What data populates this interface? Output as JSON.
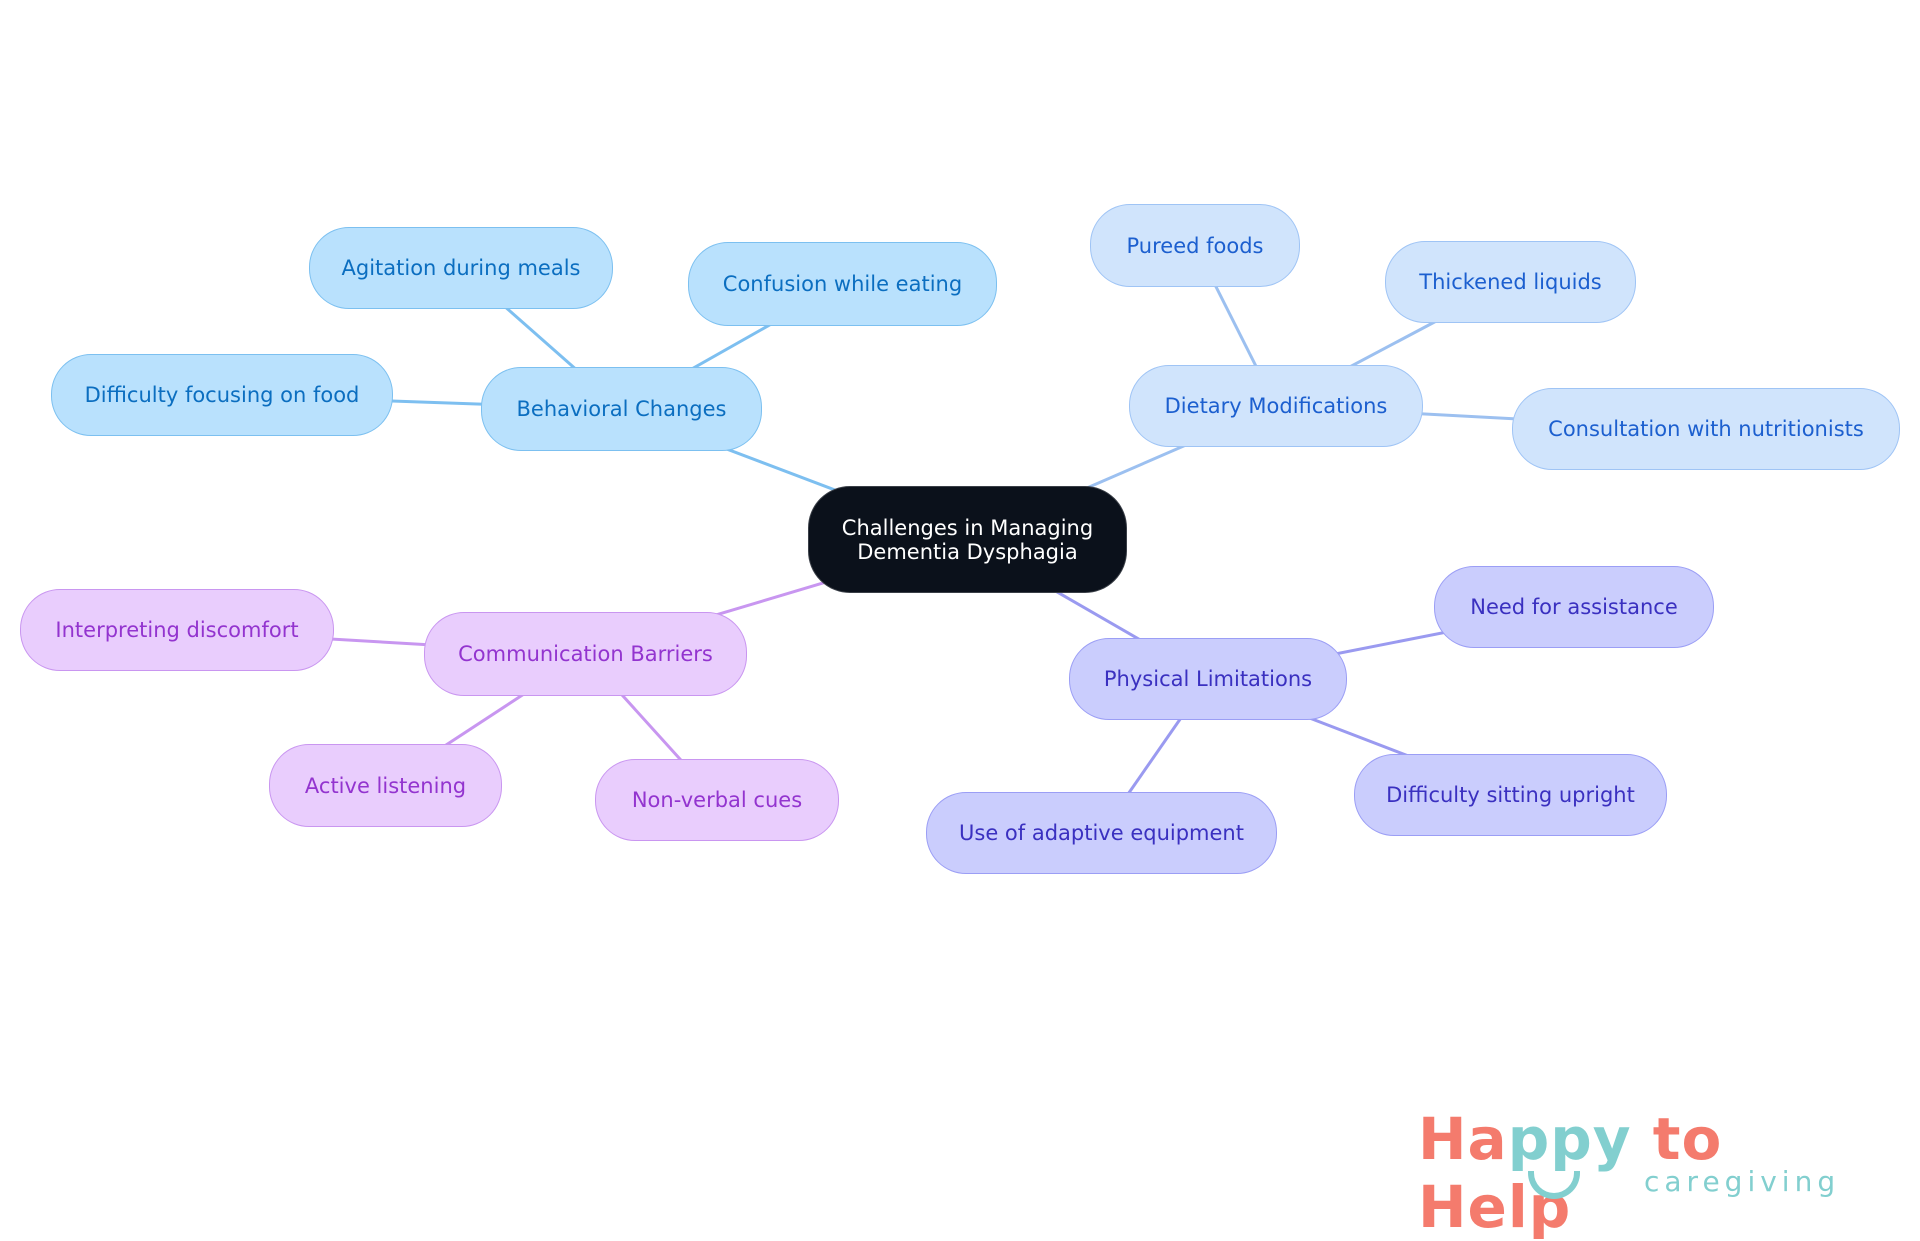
{
  "root": {
    "label": "Challenges in Managing Dementia Dysphagia"
  },
  "branches": [
    {
      "label": "Behavioral Changes",
      "color": "#7dbff0",
      "children": [
        "Agitation during meals",
        "Confusion while eating",
        "Difficulty focusing on food"
      ]
    },
    {
      "label": "Dietary Modifications",
      "color": "#9cc0f0",
      "children": [
        "Pureed foods",
        "Thickened liquids",
        "Consultation with nutritionists"
      ]
    },
    {
      "label": "Communication Barriers",
      "color": "#c896f0",
      "children": [
        "Interpreting discomfort",
        "Active listening",
        "Non-verbal cues"
      ]
    },
    {
      "label": "Physical Limitations",
      "color": "#9a9af0",
      "children": [
        "Need for assistance",
        "Difficulty sitting upright",
        "Use of adaptive equipment"
      ]
    }
  ],
  "logo": {
    "main_a": "Ha",
    "main_b": "ppy",
    "main_c": " to Help",
    "sub": "caregiving"
  }
}
